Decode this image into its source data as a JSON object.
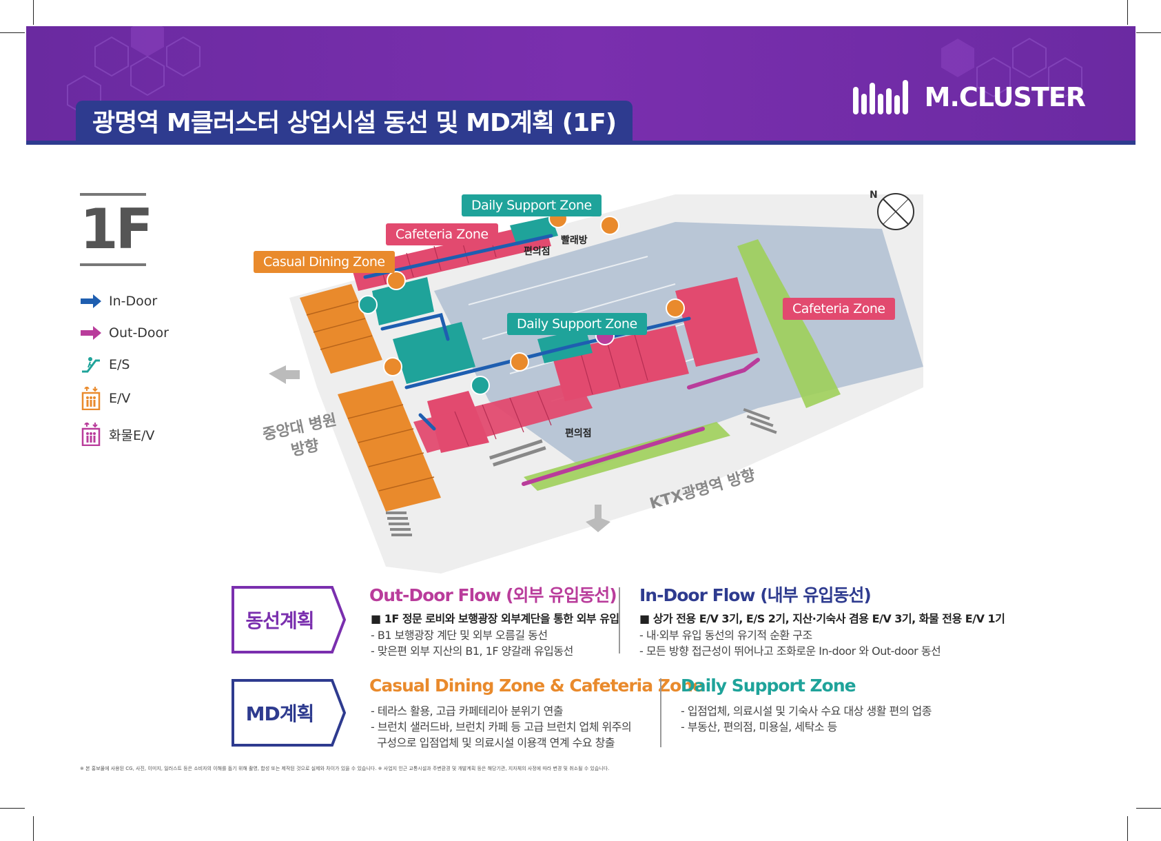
{
  "header": {
    "title": "광명역 M클러스터 상업시설 동선 및 MD계획 (1F)",
    "logo_text": "M.CLUSTER"
  },
  "floor": "1F",
  "legend": [
    {
      "label": "In-Door",
      "icon": "blue-arrow-icon"
    },
    {
      "label": "Out-Door",
      "icon": "magenta-arrow-icon"
    },
    {
      "label": "E/S",
      "icon": "escalator-icon"
    },
    {
      "label": "E/V",
      "icon": "elevator-icon"
    },
    {
      "label": "화물E/V",
      "icon": "freight-elevator-icon"
    }
  ],
  "map": {
    "zones": {
      "daily_top": "Daily Support Zone",
      "cafeteria_top": "Cafeteria Zone",
      "casual_dining": "Casual Dining Zone",
      "daily_center": "Daily Support Zone",
      "cafeteria_right": "Cafeteria Zone"
    },
    "labels": {
      "convenience_top": "편의점",
      "laundry": "빨래방",
      "convenience_bottom": "편의점",
      "hospital_dir_1": "중앙대 병원",
      "hospital_dir_2": "방향",
      "ktx_dir": "KTX광명역 방향"
    }
  },
  "flow_plan": {
    "label": "동선계획",
    "outdoor": {
      "title": "Out-Door Flow (외부 유입동선)",
      "bullet": "1F 정문 로비와 보행광장 외부계단을 통한 외부 유입",
      "lines": [
        "- B1 보행광장 계단 및 외부 오름길 동선",
        "- 맞은편 외부 지산의 B1, 1F 양갈래 유입동선"
      ]
    },
    "indoor": {
      "title": "In-Door Flow (내부 유입동선)",
      "bullet": "상가 전용 E/V 3기, E/S 2기, 지산·기숙사 겸용 E/V 3기, 화물 전용 E/V 1기",
      "lines": [
        "- 내·외부 유입 동선의 유기적 순환 구조",
        "- 모든 방향 접근성이 뛰어나고 조화로운 In-door 와 Out-door 동선"
      ]
    }
  },
  "md_plan": {
    "label": "MD계획",
    "dining": {
      "title": "Casual Dining Zone & Cafeteria Zone",
      "lines": [
        "- 테라스 활용, 고급 카페테리아 분위기 연출",
        "- 브런치 샐러드바, 브런치 카페 등 고급 브런치 업체 위주의",
        "  구성으로 입점업체 및 의료시설 이용객 연계 수요 창출"
      ]
    },
    "daily": {
      "title": "Daily Support Zone",
      "lines": [
        "- 입점업체, 의료시설 및 기숙사 수요 대상 생활 편의 업종",
        "- 부동산, 편의점, 미용실, 세탁소 등"
      ]
    }
  },
  "footnote": "※ 본 홍보물에 사용된 CG, 사진, 이미지, 일러스트 등은 소비자의 이해를 돕기 위해 촬영, 합성 또는 제작된 것으로 실제와 차이가 있을 수 있습니다.  ※ 사업지 인근 교통시설과 주변환경 및 개발계획 등은 해당기관, 지자체의 사정에 따라 변경 및 취소될 수 있습니다.",
  "colors": {
    "purple": "#7a2fae",
    "navy": "#2e3b8f",
    "orange": "#e98a2c",
    "pink": "#e24a6f",
    "teal": "#1fa39a",
    "magenta": "#b93c9b",
    "blue": "#1e5eb0"
  }
}
